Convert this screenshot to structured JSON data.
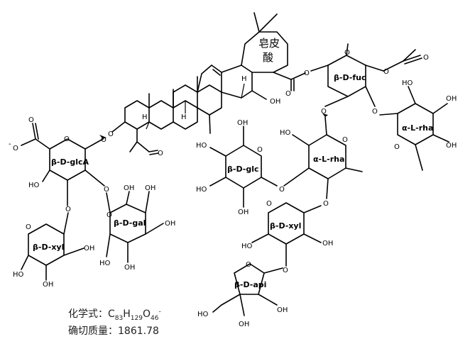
{
  "aglycone_label": "皂皮酸",
  "aglycone_label_lines": [
    "皂皮",
    "酸"
  ],
  "sugars": {
    "glcA": "β-D-glcA",
    "gal": "β-D-gal",
    "xyl1": "β-D-xyl",
    "fuc": "β-D-fuc",
    "rha_top": "α-L-rha",
    "rha_mid": "α-L-rha",
    "glc": "β-D-glc",
    "xyl2": "β-D-xyl",
    "api": "β-D-api"
  },
  "atoms": {
    "O": "O",
    "OH": "OH",
    "HO": "HO",
    "H": "H",
    "O_minus": "O",
    "minus": "-"
  },
  "formula": {
    "label": "化学式：",
    "c": "C",
    "c_count": "83",
    "h": "H",
    "h_count": "129",
    "o": "O",
    "o_count": "46",
    "charge": "-"
  },
  "mass": {
    "label": "确切质量：",
    "value": "1861.78"
  }
}
